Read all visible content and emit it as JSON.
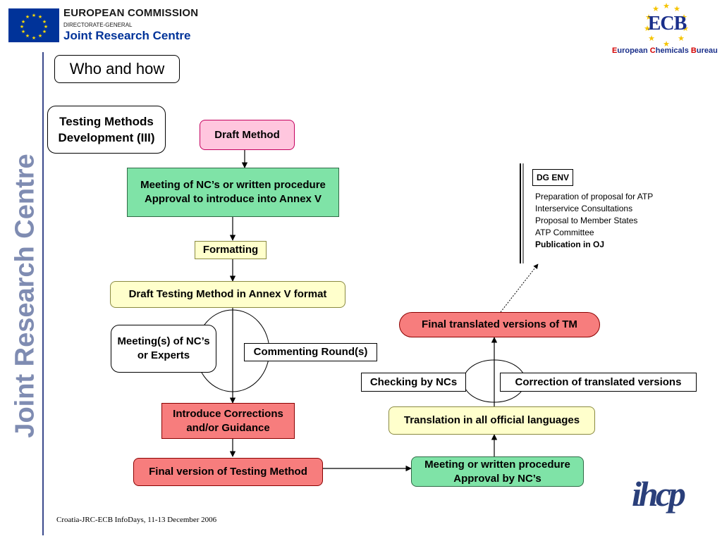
{
  "header": {
    "ec_title": "EUROPEAN COMMISSION",
    "ec_dg": "DIRECTORATE-GENERAL",
    "ec_jrc": "Joint Research Centre",
    "ecb_logo": "ECB",
    "ecb_name_parts": [
      "E",
      "uropean ",
      "C",
      "hemicals ",
      "B",
      "ureau"
    ]
  },
  "sidebar": {
    "vertical_text": "Joint Research Centre"
  },
  "slide": {
    "title": "Who and how",
    "subtitle": "Testing Methods Development (III)"
  },
  "flow": {
    "draft_method": "Draft Method",
    "meeting_ncs": "Meeting of NC’s or written procedure Approval to introduce into Annex V",
    "formatting": "Formatting",
    "draft_annex": "Draft Testing Method in Annex V format",
    "meetings_experts": "Meeting(s) of NC’s or Experts",
    "commenting": "Commenting Round(s)",
    "corrections": "Introduce Corrections and/or Guidance",
    "final_version": "Final version of Testing Method",
    "meeting_written": "Meeting or written procedure Approval by NC’s",
    "translation": "Translation in all official languages",
    "checking": "Checking by NCs",
    "correction_translated": "Correction of translated versions",
    "final_translated": "Final  translated versions of TM"
  },
  "dg_env": {
    "label": "DG ENV",
    "items": [
      "Preparation of proposal for ATP",
      "Interservice Consultations",
      "Proposal to Member States",
      "ATP Committee"
    ],
    "last_item": "Publication in OJ"
  },
  "footer": {
    "text": "Croatia-JRC-ECB InfoDays, 11-13 December 2006",
    "ihcp_logo": "ihcp"
  },
  "colors": {
    "ec_blue": "#003399",
    "jrc_vertical": "#7f8cb2",
    "pink": "#ffc6de",
    "green": "#7fe3a7",
    "yellow": "#ffffcc",
    "red": "#f77d7d",
    "ecb_star": "#f5c400",
    "ecb_red": "#d40000"
  }
}
